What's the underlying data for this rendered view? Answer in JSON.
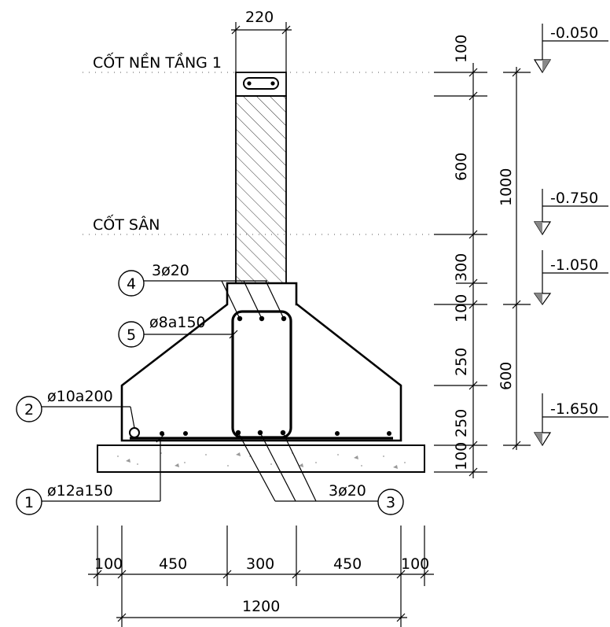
{
  "levels": {
    "ground_floor": "CỐT NỀN TẦNG 1",
    "yard": "CỐT SÂN"
  },
  "elevations": [
    "-0.050",
    "-0.750",
    "-1.050",
    "-1.650"
  ],
  "top_dimension": "220",
  "vertical_dimensions": {
    "right_column": [
      "100",
      "600",
      "300",
      "100",
      "250",
      "250",
      "100"
    ],
    "total_upper": "1000",
    "total_lower": "600"
  },
  "horizontal_dimensions": {
    "segments": [
      "100",
      "450",
      "300",
      "450",
      "100"
    ],
    "total": "1200"
  },
  "callouts": [
    {
      "number": "1",
      "spec": "ø12a150"
    },
    {
      "number": "2",
      "spec": "ø10a200"
    },
    {
      "number": "3",
      "spec": "3ø20"
    },
    {
      "number": "4",
      "spec": "3ø20"
    },
    {
      "number": "5",
      "spec": "ø8a150"
    }
  ]
}
